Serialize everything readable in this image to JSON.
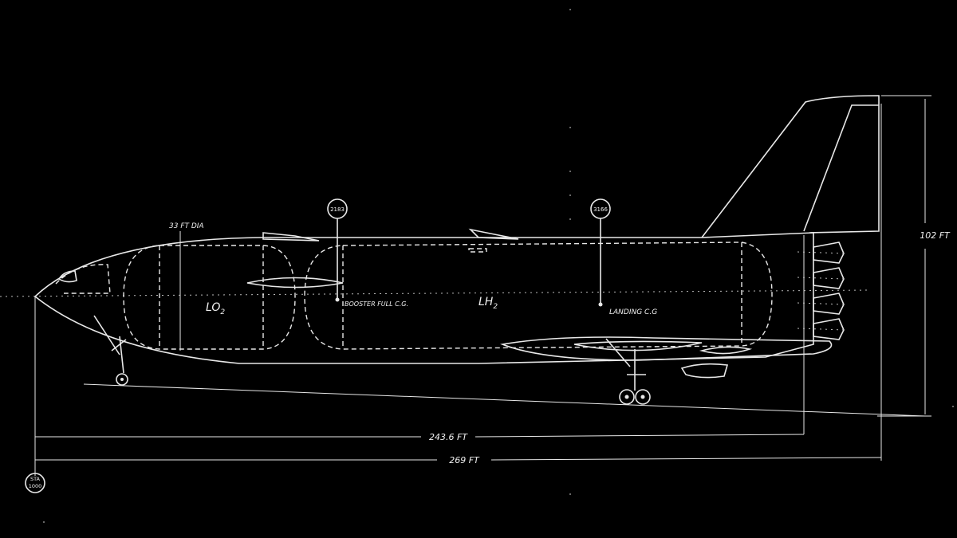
{
  "diagram": {
    "tank_labels": {
      "lo2_main": "LO",
      "lo2_sub": "2",
      "lh2_main": "LH",
      "lh2_sub": "2"
    },
    "diameter_label": "33 FT DIA",
    "cg_markers": [
      {
        "station": "2183",
        "label": "BOOSTER FULL C.G."
      },
      {
        "station": "3166",
        "label": "LANDING C.G"
      }
    ],
    "dimensions": {
      "length_to_engines": "243.6 FT",
      "overall_length": "269 FT",
      "height": "102 FT"
    },
    "station_ref": {
      "line1": "STA",
      "line2": "1000"
    },
    "colors": {
      "background": "#000000",
      "lines": "#e8e8e8"
    }
  }
}
